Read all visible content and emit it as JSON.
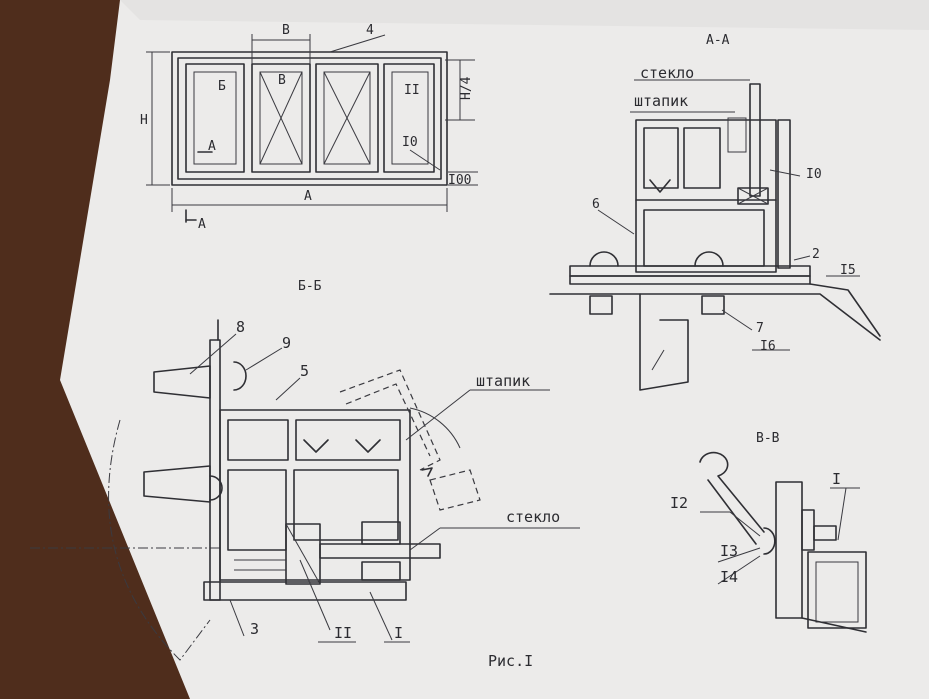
{
  "figure": {
    "caption": "Рис.I",
    "front_view": {
      "labels": {
        "b": "B",
        "part_4": "4",
        "h": "H",
        "h_quarter": "H/4",
        "sash_b": "Б",
        "sash_v": "В",
        "sash_ii": "II",
        "part_10": "I0",
        "dim_100": "I00",
        "section_a_inner": "A",
        "overall_a": "A",
        "section_a_marker": "A"
      }
    },
    "section_aa": {
      "title": "А-А",
      "labels": {
        "glass": "стекло",
        "bead": "штапик",
        "part_10": "I0",
        "part_6": "6",
        "part_2": "2",
        "part_15": "I5",
        "part_7": "7",
        "part_16": "I6"
      }
    },
    "section_bb": {
      "title": "Б-Б",
      "labels": {
        "part_8": "8",
        "part_9": "9",
        "part_5": "5",
        "bead": "штапик",
        "glass": "стекло",
        "part_3": "3",
        "part_ii": "II",
        "part_i": "I"
      }
    },
    "section_vv": {
      "title": "В-В",
      "labels": {
        "part_i": "I",
        "part_12": "I2",
        "part_13": "I3",
        "part_14": "I4"
      }
    }
  }
}
